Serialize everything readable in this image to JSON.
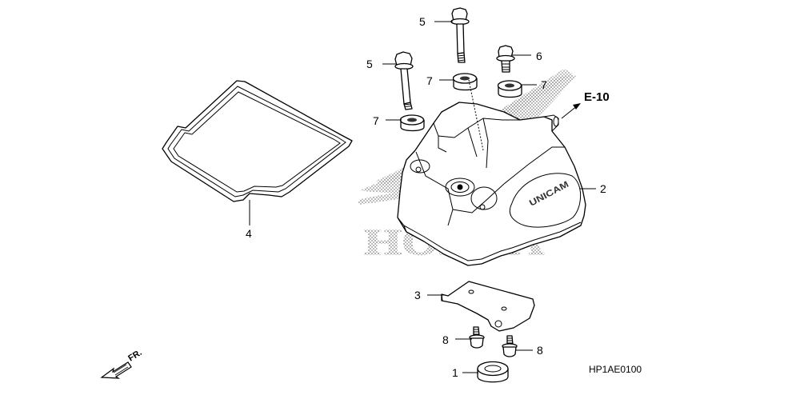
{
  "diagram": {
    "watermark_text": "HONDA",
    "cover_logo": "UNICAM",
    "reference_label": "E-10",
    "drawing_code": "HP1AE0100",
    "direction_label": "FR.",
    "callouts": [
      {
        "id": "c1",
        "number": "1"
      },
      {
        "id": "c2",
        "number": "2"
      },
      {
        "id": "c3",
        "number": "3"
      },
      {
        "id": "c4",
        "number": "4"
      },
      {
        "id": "c5a",
        "number": "5"
      },
      {
        "id": "c5b",
        "number": "5"
      },
      {
        "id": "c6",
        "number": "6"
      },
      {
        "id": "c7a",
        "number": "7"
      },
      {
        "id": "c7b",
        "number": "7"
      },
      {
        "id": "c7c",
        "number": "7"
      },
      {
        "id": "c8a",
        "number": "8"
      },
      {
        "id": "c8b",
        "number": "8"
      }
    ],
    "icons": [
      "honda-wing-watermark-icon",
      "front-direction-arrow-icon",
      "reference-arrow-icon"
    ]
  }
}
